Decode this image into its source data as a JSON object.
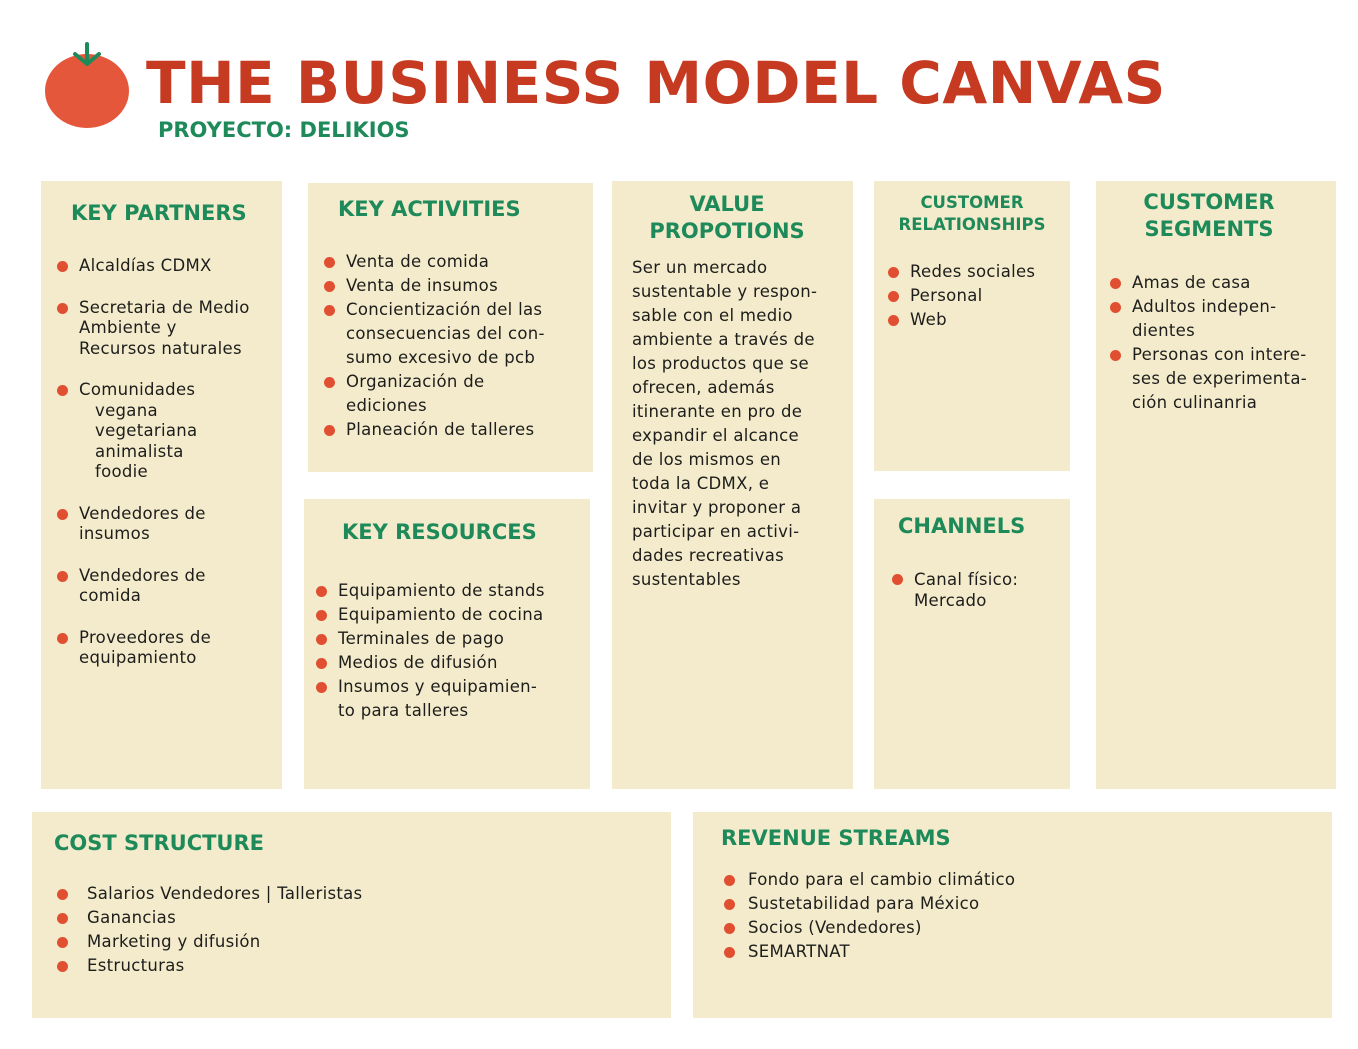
{
  "header": {
    "title": "THE BUSINESS MODEL CANVAS",
    "subtitle": "PROYECTO: DELIKIOS",
    "logo_icon": "tomato-icon"
  },
  "colors": {
    "title": "#c63a22",
    "heading": "#1e8a5a",
    "box_bg": "#f3ebcc",
    "bullet": "#e14f32"
  },
  "key_partners": {
    "heading": "KEY PARTNERS",
    "items": [
      "Alcaldías CDMX",
      "Secretaria de Medio",
      "Ambiente y",
      "Recursos naturales",
      "Comunidades",
      "vegana",
      "vegetariana",
      "animalista",
      "foodie",
      "Vendedores de",
      "insumos",
      "Vendedores de",
      "comida",
      "Proveedores de",
      "equipamiento"
    ]
  },
  "key_activities": {
    "heading": "KEY ACTIVITIES",
    "items": [
      "Venta de comida",
      "Venta de insumos",
      "Concientización del las",
      "consecuencias del con-",
      "sumo excesivo de pcb",
      "Organización de",
      "ediciones",
      "Planeación de talleres"
    ]
  },
  "key_resources": {
    "heading": "KEY RESOURCES",
    "items": [
      "Equipamiento de stands",
      "Equipamiento de cocina",
      "Terminales de pago",
      "Medios de difusión",
      "Insumos y equipamien-",
      "to para talleres"
    ]
  },
  "value_propositions": {
    "heading_1": "VALUE",
    "heading_2": "PROPOTIONS",
    "lines": [
      "Ser un mercado",
      "sustentable y respon-",
      "sable con el medio",
      "ambiente a través de",
      "los productos que se",
      "ofrecen, además",
      "itinerante en pro de",
      "expandir el alcance",
      "de los mismos en",
      "toda la CDMX, e",
      "invitar y proponer a",
      "participar en activi-",
      "dades recreativas",
      "sustentables"
    ]
  },
  "customer_relationships": {
    "heading_1": "CUSTOMER",
    "heading_2": "RELATIONSHIPS",
    "items": [
      "Redes sociales",
      "Personal",
      "Web"
    ]
  },
  "channels": {
    "heading": "CHANNELS",
    "items": [
      "Canal físico:",
      "Mercado"
    ]
  },
  "customer_segments": {
    "heading_1": "CUSTOMER",
    "heading_2": "SEGMENTS",
    "items": [
      "Amas de casa",
      "Adultos indepen-",
      "dientes",
      "Personas con intere-",
      "ses de experimenta-",
      "ción culinanria"
    ]
  },
  "cost_structure": {
    "heading": "COST STRUCTURE",
    "items": [
      "Salarios Vendedores | Talleristas",
      "Ganancias",
      "Marketing y difusión",
      "Estructuras"
    ]
  },
  "revenue_streams": {
    "heading": "REVENUE STREAMS",
    "items": [
      "Fondo para el cambio climático",
      "Sustetabilidad para México",
      "Socios (Vendedores)",
      "SEMARTNAT"
    ]
  }
}
